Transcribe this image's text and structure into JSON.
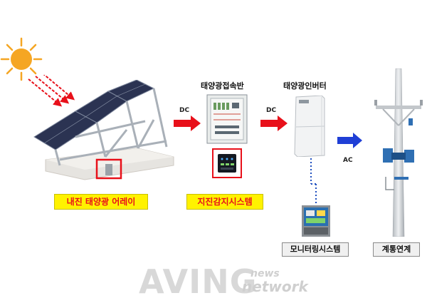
{
  "labels": {
    "solar_array": "내진 태양광 어레이",
    "junction_box": "태양광접속반",
    "seismic_system": "지진감지시스템",
    "inverter": "태양광인버터",
    "monitoring": "모니터링시스템",
    "grid": "계통연계"
  },
  "flow": {
    "dc1": "DC",
    "dc2": "DC",
    "ac": "AC"
  },
  "watermark": {
    "main": "AVING",
    "news": "news",
    "network": "network"
  },
  "colors": {
    "arrow_red": "#e8101a",
    "arrow_blue": "#1f3fd6",
    "highlight_box": "#e8101a",
    "label_yellow": "#fff200",
    "sun": "#f5a623"
  }
}
